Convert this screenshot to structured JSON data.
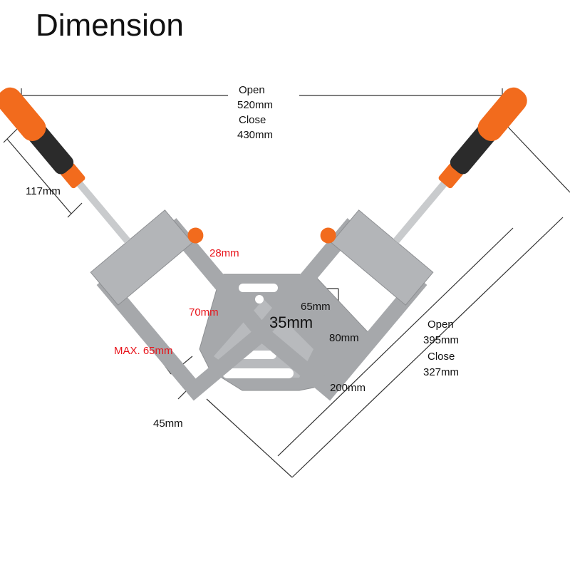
{
  "title": "Dimension",
  "labels": {
    "width_open_label": "Open",
    "width_open": "520mm",
    "width_close_label": "Close",
    "width_close": "430mm",
    "handle_length": "117mm",
    "jaw_depth": "28mm",
    "jaw_width": "70mm",
    "max_opening": "MAX. 65mm",
    "base_thickness": "45mm",
    "slot_height": "65mm",
    "center_height": "35mm",
    "base_height": "80mm",
    "base_width": "200mm",
    "diag_open_label": "Open",
    "diag_open": "395mm",
    "diag_close_label": "Close",
    "diag_close": "327mm"
  },
  "colors": {
    "body": "#a6a8ab",
    "handle_orange": "#f26b1d",
    "handle_black": "#2b2b2b",
    "accent_red": "#e8141b"
  }
}
